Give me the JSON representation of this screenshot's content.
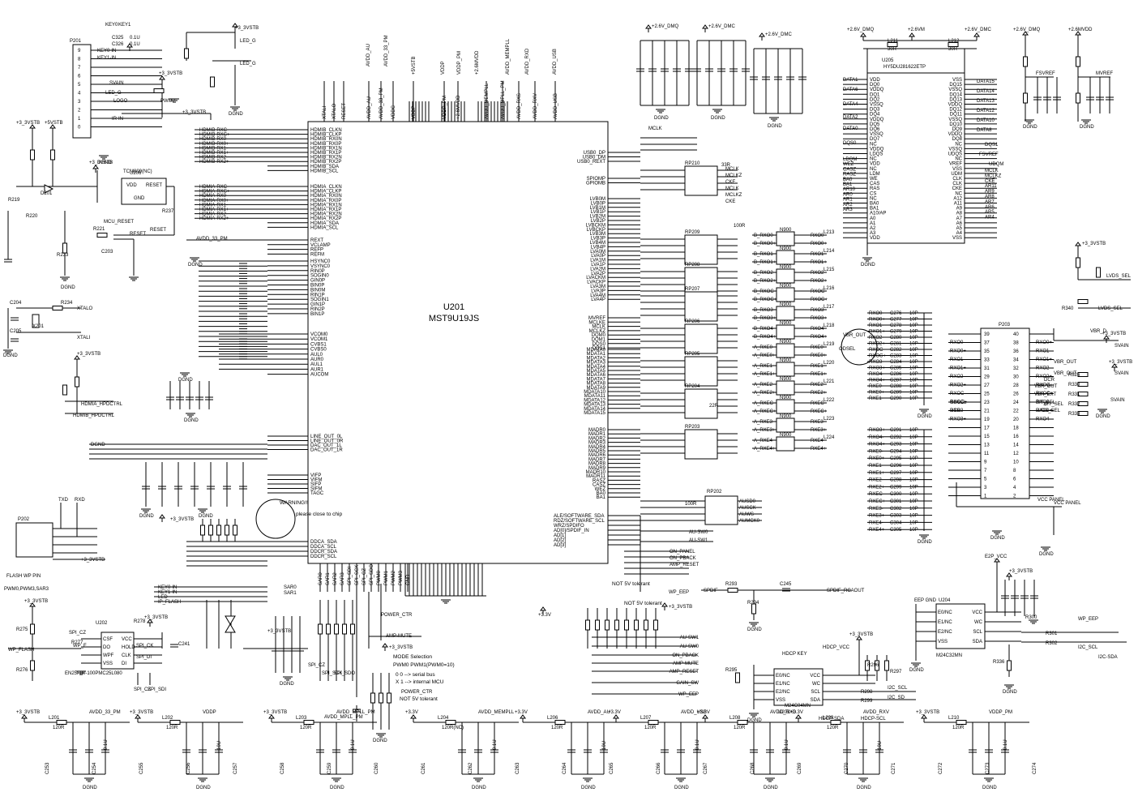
{
  "main_chip": {
    "ref": "U201",
    "part": "MST9U19JS"
  },
  "nets": {
    "v33": "+3_3VSTB",
    "v5": "+5VSTB",
    "v26dmq": "+2.6V_DMQ",
    "v26dmc": "+2.6V_DMC",
    "v6vm": "+2.6VM",
    "v26mvdd": "+2.6MVDD",
    "v33b": "+3.3V",
    "dgnd": "DGND",
    "avdd33pm": "AVDD_33_PM",
    "vddp": "VDDP",
    "avddmpll": "AVDD_MPLL_PM",
    "avddmempll": "AVDD_MEMPLL",
    "avddau": "AVDD_AU",
    "avddusb": "AVDD_USB",
    "avddrxd": "AVDD_RXD",
    "avddrxv": "AVDD_RXV",
    "vddppm": "VDDP_PM",
    "vccpanel": "VCC PANEL",
    "e2pvcc": "E2P_VCC",
    "hdcpvcc": "HDCP_VCC",
    "eepgnd": "EEP GND",
    "vbrout": "VBR_OUT",
    "vbrd": "VBR_D",
    "svain": "SVAIN",
    "lvdssel": "LVDS_SEL",
    "fsvref": "FSVREF",
    "mvref": "MVREF"
  },
  "top_left": {
    "connector": "P201",
    "caps": [
      "C325",
      "C326"
    ],
    "cap_vals": [
      "0.1U",
      "0.1U"
    ],
    "keys": [
      "KEY0",
      "KEY1"
    ],
    "pins": [
      "KEY0-IN",
      "KEY1-IN",
      "SVAIN",
      "LED_G",
      "LOGO",
      "IR-IN"
    ],
    "pwm": "PWM2"
  },
  "reset_block": {
    "ic": "U206",
    "part": "TCM809(NC)",
    "pins": [
      "VDD",
      "RESET",
      "GND"
    ],
    "signal": "MCU_RESET",
    "reset_label": "RESET",
    "r_refs": [
      "R219",
      "R220",
      "R221",
      "R233",
      "R237"
    ],
    "c_ref": "C203",
    "d_ref": "D201"
  },
  "crystal": {
    "refs": [
      "C204",
      "C205",
      "R234",
      "X201"
    ],
    "labels": [
      "XTALO",
      "XTALI"
    ]
  },
  "hdmi_ctrl": [
    "HDMIA_HPDCTRL",
    "HDMIB_HPDCTRL"
  ],
  "hdmi_b_nets": [
    "HDMIB-RXC-",
    "HDMIB-RXC+",
    "HDMIB-RX0-",
    "HDMIB-RX0+",
    "HDMIB-RX1-",
    "HDMIB-RX1+",
    "HDMIB-RX2-",
    "HDMIB-RX2+"
  ],
  "hdmi_a_nets": [
    "HDMIA-RXC-",
    "HDMIA-RXC+",
    "HDMIA-RX0-",
    "HDMIA-RX0+",
    "HDMIA-RX1-",
    "HDMIA-RX1+",
    "HDMIA-RX2-",
    "HDMIA-RX2+"
  ],
  "chip_left_pins": [
    "HDMIB_CLKN",
    "HDMIB_CLKP",
    "HDMIB_RX0N",
    "HDMIB_RX0P",
    "HDMIB_RX1N",
    "HDMIB_RX1P",
    "HDMIB_RX2N",
    "HDMIB_RX2P",
    "HDMIB_SDA",
    "HDMIB_SCL",
    "HDMIA_CLKN",
    "HDMIA_CLKP",
    "HDMIA_RX0N",
    "HDMIA_RX0P",
    "HDMIA_RX1N",
    "HDMIA_RX1P",
    "HDMIA_RX2N",
    "HDMIA_RX2P",
    "HDMIA_SDA",
    "HDMIA_SCL",
    "REXT",
    "VCLAMP",
    "REFP",
    "REFM",
    "HSYNC0",
    "VSYNC0",
    "RIN0P",
    "SOGIN0",
    "GIN0P",
    "BIN0P",
    "BIN0M",
    "RIN1P",
    "SOGIN1",
    "GIN1P",
    "RIN2P",
    "BIN1P",
    "VCOM0",
    "VCOM1",
    "CVBS1",
    "CVBS0",
    "AUL0",
    "AUR0",
    "AUL1",
    "AUR1",
    "AUCOM",
    "LINE_OUT_0L",
    "LINE_OUT_0R",
    "DAC_OUT_1L",
    "DAC_OUT_1R",
    "VIFP",
    "VIFM",
    "SIFP",
    "SIFM",
    "TAGC",
    "DDCA_SDA",
    "DDCA_SCL",
    "DDCR_SDA",
    "DDCR_SCL"
  ],
  "chip_right_pins": [
    "USB0_DP",
    "USB0_DM",
    "USB0_REXT",
    "SPIOMP",
    "GPIOMB",
    "LVB0M",
    "LVB0P",
    "LVB1M",
    "LVB1P",
    "LVB2M",
    "LVB2P",
    "LVBCKM",
    "LVBCKP",
    "LVB3M",
    "LVB3P",
    "LVB4M",
    "LVB4P",
    "LVA0M",
    "LVA0P",
    "LVA1M",
    "LVA1P",
    "LVA2M",
    "LVA2P",
    "LVACKM",
    "LVACKP",
    "LVA3M",
    "LVA3P",
    "LVA4M",
    "LVA4P",
    "MVREF",
    "MCLKE",
    "MCLK",
    "MCLKZ",
    "DQM0",
    "DQM1",
    "DQS0",
    "DQS1",
    "MDATA0",
    "MDATA1",
    "MDATA2",
    "MDATA3",
    "MDATA4",
    "MDATA5",
    "MDATA6",
    "MDATA7",
    "MDATA8",
    "MDATA9",
    "MDATA10",
    "MDATA11",
    "MDATA12",
    "MDATA13",
    "MDATA14",
    "MDATA15",
    "MADR0",
    "MADR1",
    "MADR2",
    "MADR3",
    "MADR4",
    "MADR5",
    "MADR6",
    "MADR7",
    "MADR8",
    "MADR9",
    "MADR10",
    "MADR11",
    "RASZ",
    "CASZ",
    "WEZ",
    "BA0",
    "BA1"
  ],
  "chip_top_pins": [
    "XTALI",
    "XTALO",
    "RESET",
    "AVDD_AU",
    "AVDD_33_PM",
    "VDDC",
    "VDDP",
    "VDDP_PM",
    "+2.6MVDD",
    "AVDD_MEMPLL",
    "AVDD_MPLL_PM",
    "AVDD_RXS",
    "AVDD_RXV",
    "AVDD_USB"
  ],
  "chip_bottom_pins": [
    "SAR0",
    "SAR1",
    "SAR2",
    "SAR3",
    "SPI_SDI",
    "SPI_SCK",
    "SPI_CZ",
    "SPI_SDO",
    "PWM0",
    "PWM1",
    "PWM2",
    "PWM3",
    "GND"
  ],
  "i2s": [
    "AUSD0",
    "AUSCK",
    "AUWS",
    "AUMCK0"
  ],
  "gpio": [
    "ALE/SOFTWARE_SDA",
    "RDZ/SOFTWARE_SCL",
    "WRZ/SPDIFO",
    "AD[0]/SPDIF_IN",
    "AD[1]",
    "AD[2]",
    "AD[3]"
  ],
  "ctrl_signals": [
    "AU-SW1",
    "AU-SW0",
    "ON_PBACK",
    "AMP-MUTE",
    "AMP_RESET",
    "GAIN_SW",
    "WP_EEP",
    "SPDIF",
    "ON_PANEL",
    "ON_PBACK",
    "AMP_RESET"
  ],
  "ddr": {
    "ref": "U205",
    "part": "HY5DU281622ETP",
    "left_pins": [
      "VDD",
      "DQ0",
      "VDDQ",
      "DQ1",
      "DQ2",
      "VSSQ",
      "DQ3",
      "DQ4",
      "VDDQ",
      "DQ5",
      "DQ6",
      "VSSQ",
      "DQ7",
      "NC",
      "VDDQ",
      "LDQS",
      "NC",
      "VDD",
      "NC",
      "LDM",
      "WE",
      "CAS",
      "RAS",
      "CS",
      "NC",
      "BA0",
      "BA1",
      "A10/AP",
      "A0",
      "A1",
      "A2",
      "A3",
      "VDD"
    ],
    "right_pins": [
      "VSS",
      "DQ15",
      "VSSQ",
      "DQ14",
      "DQ13",
      "VDDQ",
      "DQ12",
      "DQ11",
      "VSSQ",
      "DQ10",
      "DQ9",
      "VDDQ",
      "DQ8",
      "NC",
      "VSSQ",
      "UDQS",
      "NC",
      "VREF",
      "VSS",
      "UDM",
      "CLK",
      "CLK",
      "CKE",
      "NC",
      "A12",
      "A11",
      "A9",
      "A8",
      "A7",
      "A6",
      "A5",
      "A4",
      "VSS"
    ],
    "nets": [
      "DATA1",
      "DATA6",
      "DATA4",
      "DATA2",
      "DATA0",
      "DQS0",
      "LDQM",
      "WEZ",
      "CASZ",
      "RASZ",
      "BA0",
      "BA1",
      "AR10",
      "AR0",
      "AR1",
      "AR2",
      "AR3",
      "DATA15",
      "DATA14",
      "DATA13",
      "DATA12",
      "DATA10",
      "DATA8",
      "DQS1",
      "FSVREF",
      "UDQM",
      "MCLK",
      "MCLKZ",
      "CKE",
      "AR11",
      "AR9",
      "AR8",
      "AR7",
      "AR6",
      "AR5",
      "AR4"
    ],
    "refs": [
      "L211",
      "L212"
    ],
    "r_vals": [
      "30R",
      "30R"
    ]
  },
  "rp_arrays": [
    "RP210",
    "RP209",
    "RP208",
    "RP207",
    "RP206",
    "RP205",
    "RP204",
    "RP203",
    "RP202"
  ],
  "rp_vals": [
    "33R",
    "100R",
    "22R"
  ],
  "lvds_nets": [
    "B_RXO0-",
    "B_RXO0+",
    "B_RXO1-",
    "B_RXO1+",
    "B_RXO2-",
    "B_RXO2+",
    "B_RXOC-",
    "B_RXOC+",
    "B_RXO3-",
    "B_RXO3+",
    "B_RXO4-",
    "B_RXO4+",
    "A_RXE0-",
    "A_RXE0+",
    "A_RXE1-",
    "A_RXE1+",
    "A_RXE2-",
    "A_RXE2+",
    "A_RXEC-",
    "A_RXEC+",
    "A_RXE3-",
    "A_RXE3+",
    "A_RXE4-",
    "A_RXE4+"
  ],
  "chokes": [
    "L213",
    "L214",
    "L215",
    "L216",
    "L217",
    "L218",
    "L219",
    "L220",
    "L221",
    "L222",
    "L223",
    "L224"
  ],
  "choke_part": "N900",
  "rx_nets": [
    "RXO0-",
    "RXO0+",
    "RXO1-",
    "RXO1+",
    "RXO2-",
    "RXO2+",
    "RXOC-",
    "RXOC+",
    "RXO3-",
    "RXO3+",
    "RXO4-",
    "RXO4+",
    "RXE0-",
    "RXE0+",
    "RXE1-",
    "RXE1+",
    "RXE2-",
    "RXE2+",
    "RXEC-",
    "RXEC+",
    "RXE3-",
    "RXE3+",
    "RXE4-",
    "RXE4+"
  ],
  "rx_caps_top": [
    "C276",
    "C277",
    "C278",
    "C279",
    "C280",
    "C281",
    "C282",
    "C283",
    "C284",
    "C285",
    "C286",
    "C287",
    "C288",
    "C289",
    "C290"
  ],
  "rx_caps_bottom": [
    "C291",
    "C292",
    "C293",
    "C294",
    "C295",
    "C296",
    "C297",
    "C298",
    "C299",
    "C300",
    "C301",
    "C302",
    "C303",
    "C304",
    "C305"
  ],
  "rx_cap_val": "10P",
  "panel": {
    "ref": "P203",
    "pins_left": [
      "39",
      "37",
      "35",
      "33",
      "31",
      "29",
      "27",
      "25",
      "23",
      "21",
      "19",
      "17",
      "15",
      "13",
      "11",
      "9",
      "7",
      "5",
      "3",
      "1"
    ],
    "pins_right": [
      "40",
      "38",
      "36",
      "34",
      "32",
      "30",
      "28",
      "26",
      "24",
      "22",
      "20",
      "18",
      "16",
      "14",
      "12",
      "10",
      "8",
      "6",
      "4",
      "2"
    ],
    "extra": [
      "ODSEL",
      "DCR",
      "BIT_SEL",
      "VBR_EXT",
      "LVDS_SEL",
      "VBR_OUT"
    ]
  },
  "right_mid": [
    "R326",
    "R330",
    "R331",
    "R332",
    "R333",
    "R334",
    "R335",
    "R339",
    "R340"
  ],
  "mem_block": {
    "eeprom_ref": "U204",
    "eeprom_part": "M24C32MN",
    "eeprom_pins": [
      "E0/NC",
      "E1/NC",
      "E2/NC",
      "VSS",
      "VCC",
      "WC",
      "SCL",
      "SDA"
    ],
    "eeprom_nets": [
      "WP_EEP",
      "I2C_SCL",
      "I2C-SDA"
    ],
    "hdcp_ref": "U203",
    "hdcp_part": "M24C04MN",
    "hdcp_label": "HDCP KEY",
    "hdcp_nets": [
      "HDCP-SDA",
      "HDCP-SCL",
      "I2C_SCL",
      "I2C_SD"
    ],
    "spdif": [
      "SPDIF",
      "SPDIF_RCAOUT"
    ],
    "refs": [
      "R293",
      "R294",
      "C245",
      "R295",
      "R296",
      "R297",
      "R298",
      "R299",
      "R300",
      "R301",
      "R302",
      "R336"
    ]
  },
  "flash": {
    "ref": "U202",
    "part": "EN25F80-100PMC25L080",
    "label": "FLASH WP PIN",
    "pwm_label": "PWM0,PWM3,SAR3",
    "pins": [
      "CSF",
      "DO",
      "WPF",
      "VSS",
      "VCC",
      "HOLD",
      "CLK",
      "DI"
    ],
    "nets": [
      "SPI_CZ",
      "WP_F",
      "WP_FLASH",
      "SPI_CK",
      "SPI_DI"
    ],
    "refs": [
      "R275",
      "R276",
      "R277",
      "R278",
      "C241"
    ]
  },
  "bottom_mid": {
    "header": "P202",
    "nets": [
      "TXD",
      "RXD"
    ],
    "sar": [
      "KEY0-IN",
      "KEY1-IN",
      "LED",
      "IP_FLASH"
    ],
    "notes": [
      "WARNING!!",
      "please close to chip"
    ],
    "select_title": "MODE Selection",
    "select_head": "PWM0  PWM1(PWM0=10)",
    "select_rows": [
      "0   0  --> serial bus",
      "X   1  --> internal MCU"
    ],
    "not5v": "NOT 5V tolerant",
    "amp": "AMP-MUTE",
    "power": "POWER_CTR"
  },
  "bottom_filters": [
    {
      "rail": "AVDD_33_PM",
      "src": "+3_3VSTB",
      "ref": "L201",
      "val": "120R"
    },
    {
      "rail": "VDDP",
      "src": "+3_3VSTB",
      "ref": "L202",
      "val": "120R"
    },
    {
      "rail": "AVDD_MPLL_PM",
      "src": "+3_3VSTB",
      "ref": "L203",
      "val": "120R"
    },
    {
      "rail": "AVDD_MEMPLL",
      "src": "+3.3V",
      "ref": "L204",
      "val": "120R(NC)"
    },
    {
      "rail": "AVDD_AU",
      "src": "+3.3V",
      "ref": "L206",
      "val": "120R"
    },
    {
      "rail": "AVDD_USB",
      "src": "+3.3V",
      "ref": "L207",
      "val": "120R"
    },
    {
      "rail": "AVDD_RXD",
      "src": "+3.3V",
      "ref": "L208",
      "val": "120R"
    },
    {
      "rail": "AVDD_RXV",
      "src": "+3.3V",
      "ref": "L209",
      "val": "120R"
    },
    {
      "rail": "VDDP_PM",
      "src": "+3_3VSTB",
      "ref": "L210",
      "val": "120R"
    }
  ],
  "bottom_caps": [
    "C253",
    "C254",
    "C255",
    "C256",
    "C257",
    "C258",
    "C259",
    "C260",
    "C261",
    "C262",
    "C263",
    "C264",
    "C265",
    "C266",
    "C267",
    "C268",
    "C269",
    "C270",
    "C271",
    "C272",
    "C273",
    "C274"
  ],
  "cap_vals": [
    "0.1U",
    "10U",
    "0.1U"
  ]
}
